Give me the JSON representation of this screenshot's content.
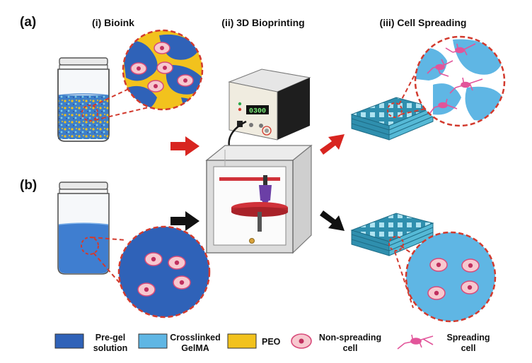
{
  "panels": {
    "a": "(a)",
    "b": "(b)"
  },
  "steps": [
    {
      "label": "(i) Bioink"
    },
    {
      "label": "(ii) 3D Bioprinting"
    },
    {
      "label": "(iii) Cell Spreading"
    }
  ],
  "printer_display": "0300",
  "legend": [
    {
      "line1": "Pre-gel",
      "line2": "solution",
      "color": "#2f62b8",
      "icon": "swatch"
    },
    {
      "line1": "Crosslinked",
      "line2": "GelMA",
      "color": "#5fb6e4",
      "icon": "swatch"
    },
    {
      "line1": "PEO",
      "line2": "",
      "color": "#f2c21d",
      "icon": "swatch"
    },
    {
      "line1": "Non-spreading",
      "line2": "cell",
      "color": "#f7c8cf",
      "icon": "non-spreading-cell-icon"
    },
    {
      "line1": "Spreading",
      "line2": "cell",
      "color": "#e2559a",
      "icon": "spreading-cell-icon"
    }
  ],
  "colors": {
    "zoom_outline": "#d23a2e",
    "arrow_a": "#d82520",
    "arrow_b": "#111111",
    "pregel": "#2f62b8",
    "gelma": "#5fb6e4",
    "peo": "#f2c21d",
    "cell_fill": "#f7c8cf",
    "cell_border": "#d84a7a",
    "spreading_cell": "#e2559a"
  }
}
